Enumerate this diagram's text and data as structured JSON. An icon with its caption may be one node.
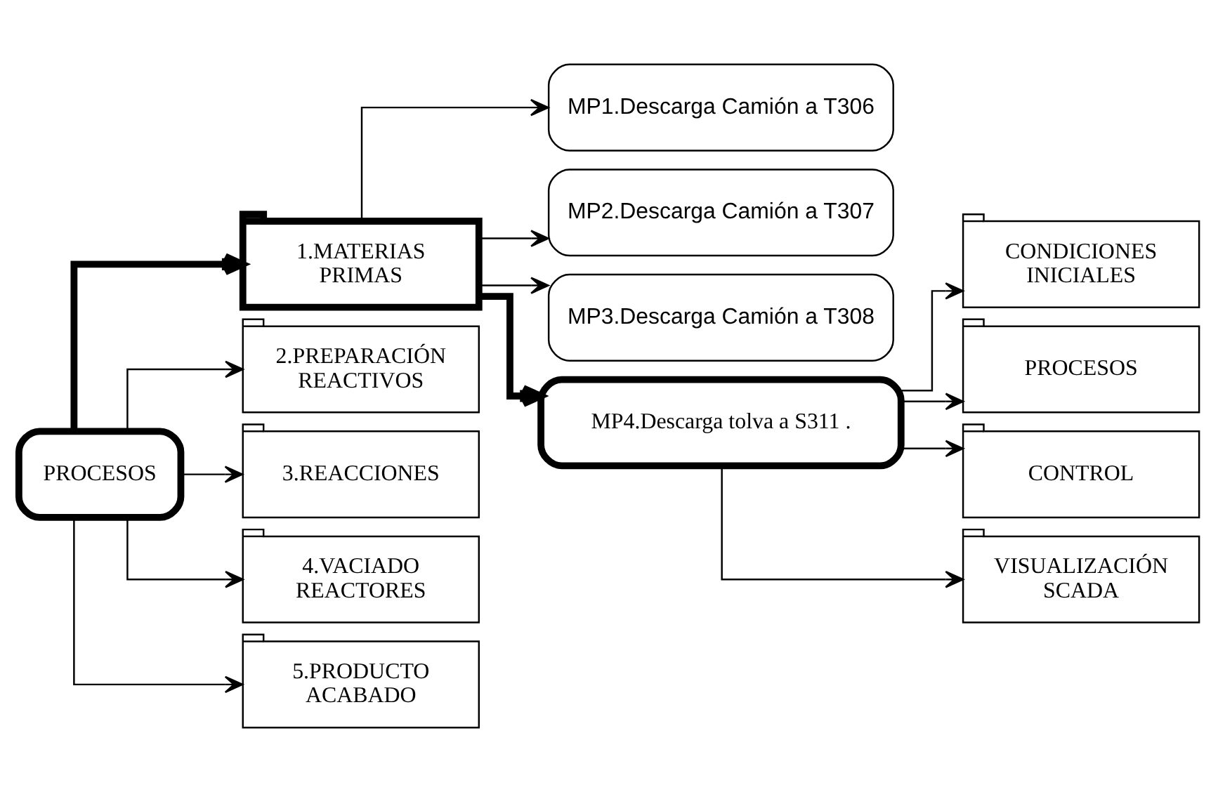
{
  "diagram": {
    "nodes": [
      {
        "text": [
          "PROCESOS"
        ]
      },
      {
        "text": [
          "1.MATERIAS PRIMAS"
        ]
      },
      {
        "text": [
          "2.PREPARACIÓN REACTIVOS"
        ]
      },
      {
        "text": [
          "3.REACCIONES"
        ]
      },
      {
        "text": [
          "4.VACIADO REACTORES"
        ]
      },
      {
        "text": [
          "5.PRODUCTO ACABADO"
        ]
      },
      {
        "text": [
          "MP1.Descarga Camión a T306"
        ]
      },
      {
        "text": [
          "MP2.Descarga Camión a T307"
        ]
      },
      {
        "text": [
          "MP3.Descarga Camión a T308"
        ]
      },
      {
        "text": [
          "MP4.Descarga tolva a S311 ."
        ]
      },
      {
        "text": [
          "CONDICIONES INICIALES"
        ]
      },
      {
        "text": [
          "PROCESOS"
        ]
      },
      {
        "text": [
          "CONTROL"
        ]
      },
      {
        "text": [
          "VISUALIZACIÓN SCADA"
        ]
      }
    ],
    "edges": [
      {
        "from": 0,
        "to": 1,
        "arrow": "to",
        "style": "thick"
      },
      {
        "from": 0,
        "to": 2,
        "arrow": "to"
      },
      {
        "from": 0,
        "to": 3,
        "arrow": "to"
      },
      {
        "from": 0,
        "to": 4,
        "arrow": "to"
      },
      {
        "from": 0,
        "to": 5,
        "arrow": "to"
      },
      {
        "from": 1,
        "to": 6,
        "arrow": "to"
      },
      {
        "from": 1,
        "to": 7,
        "arrow": "to"
      },
      {
        "from": 1,
        "to": 8,
        "arrow": "to"
      },
      {
        "from": 1,
        "to": 9,
        "arrow": "to",
        "style": "thick"
      },
      {
        "from": 9,
        "to": 10,
        "arrow": "to"
      },
      {
        "from": 9,
        "to": 11,
        "arrow": "to"
      },
      {
        "from": 9,
        "to": 12,
        "arrow": "to"
      },
      {
        "from": 9,
        "to": 13,
        "arrow": "to"
      }
    ]
  }
}
